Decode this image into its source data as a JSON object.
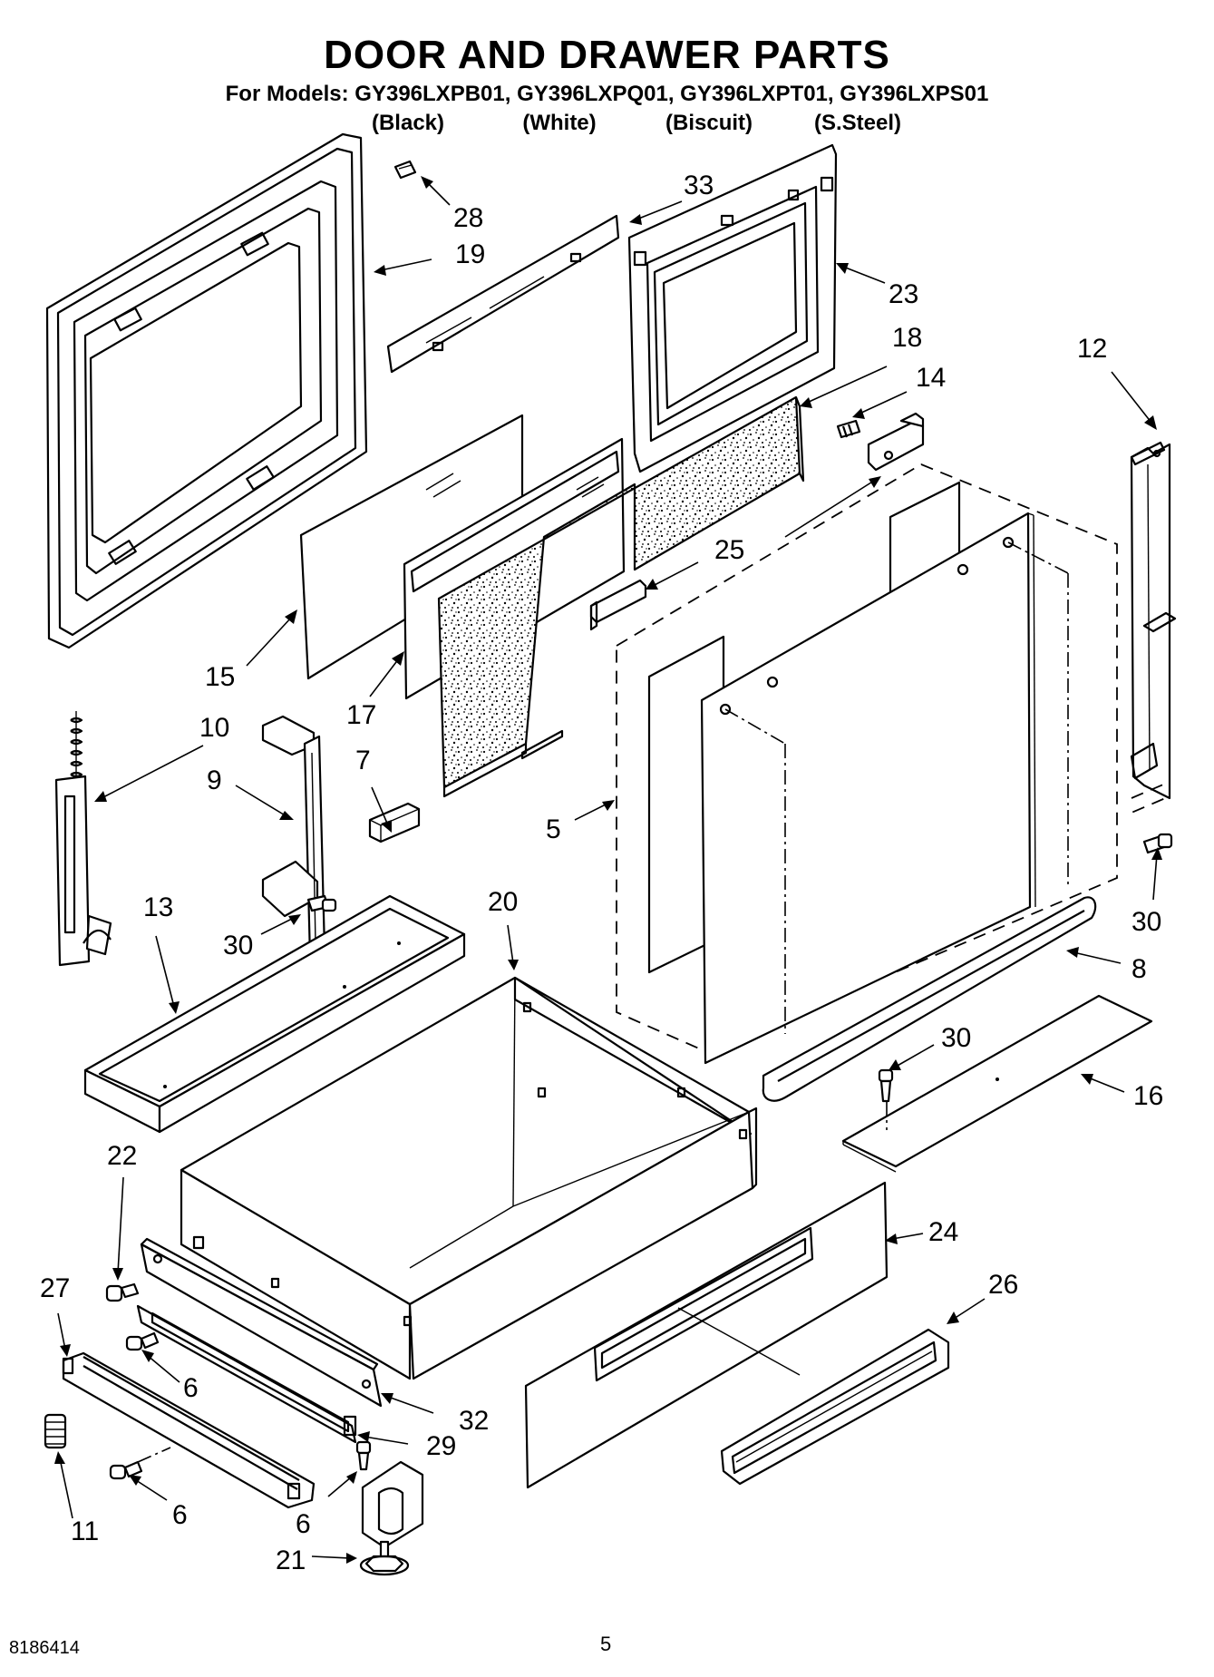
{
  "header": {
    "title": "DOOR AND DRAWER PARTS",
    "models": "For Models: GY396LXPB01, GY396LXPQ01, GY396LXPT01, GY396LXPS01",
    "variants": [
      "(Black)",
      "(White)",
      "(Biscuit)",
      "(S.Steel)"
    ]
  },
  "callouts": [
    "28",
    "33",
    "19",
    "23",
    "18",
    "12",
    "14",
    "25",
    "15",
    "17",
    "10",
    "9",
    "7",
    "5",
    "30",
    "13",
    "20",
    "30",
    "8",
    "30",
    "16",
    "22",
    "24",
    "27",
    "26",
    "6",
    "32",
    "29",
    "11",
    "6",
    "6",
    "21"
  ],
  "footer": {
    "doc_number": "8186414",
    "page_number": "5"
  }
}
